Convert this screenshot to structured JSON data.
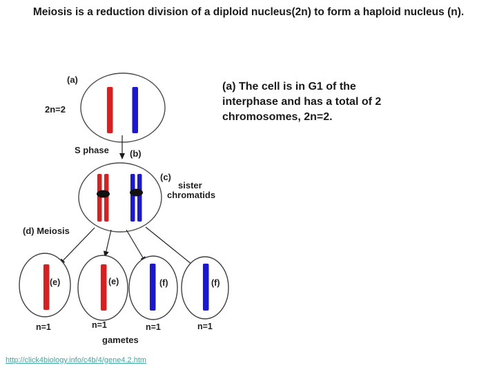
{
  "title": "Meiosis is a reduction division of a diploid nucleus(2n) to form a haploid nucleus (n).",
  "annotation": "(a) The cell is in G1 of the interphase and has a total of 2 chromosomes, 2n=2.",
  "footer_link": "http://click4biology.info/c4b/4/gene4.2.htm",
  "colors": {
    "chromosome_red": "#d92020",
    "chromosome_blue": "#1c17d1",
    "link_teal": "#3fa8a2",
    "centromere_black": "#111111"
  },
  "diagram": {
    "cell_a_label": "(a)",
    "cell_a_ploidy": "2n=2",
    "s_phase_label": "S phase",
    "cell_b_label": "(b)",
    "sister_label": "(c)",
    "sister_line1": "sister",
    "sister_line2": "chromatids",
    "meiosis_label": "(d) Meiosis",
    "gametes": [
      {
        "stage": "(e)",
        "ploidy": "n=1"
      },
      {
        "stage": "(e)",
        "ploidy": "n=1"
      },
      {
        "stage": "(f)",
        "ploidy": "n=1"
      },
      {
        "stage": "(f)",
        "ploidy": "n=1"
      }
    ],
    "gametes_caption": "gametes"
  }
}
